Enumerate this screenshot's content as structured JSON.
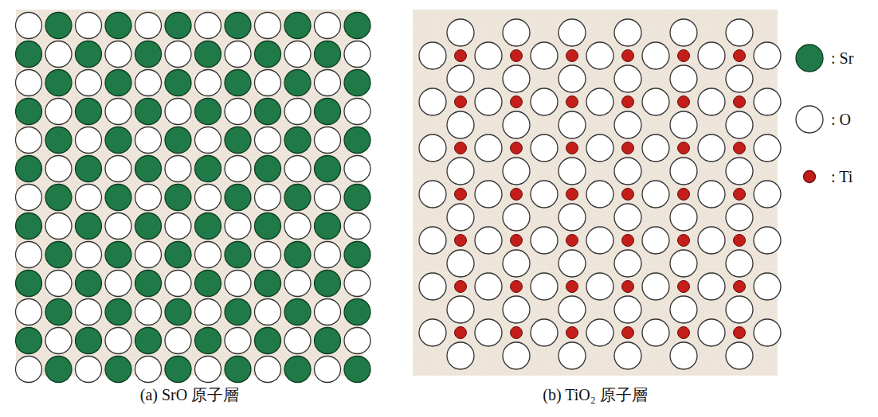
{
  "diagram": {
    "labels": [
      "(a) SrO 原子層",
      "(b) TiO₂ 原子層"
    ],
    "legend": [
      {
        "text": ": Sr",
        "color": "#1f7a48"
      },
      {
        "text": ": O",
        "color": "#ffffff"
      },
      {
        "text": ": Ti",
        "color": "#c41e1a"
      }
    ]
  }
}
